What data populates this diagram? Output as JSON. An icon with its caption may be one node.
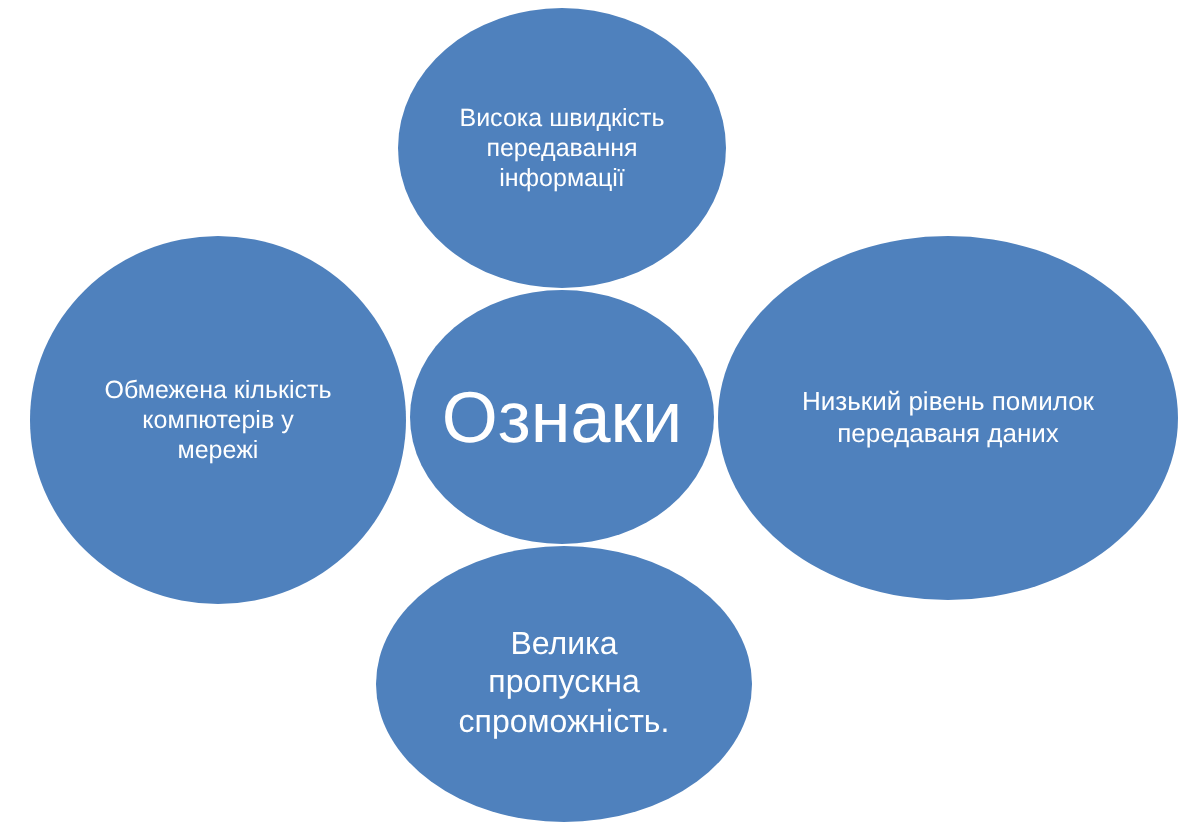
{
  "diagram": {
    "nodes": [
      {
        "text": [
          "Висока швидкість передавання інформації"
        ]
      },
      {
        "text": [
          "Обмежена кількість компютерів у мережі"
        ]
      },
      {
        "text": [
          "Ознаки"
        ]
      },
      {
        "text": [
          "Низький рівень помилок передаваня даних"
        ]
      },
      {
        "text": [
          "Велика пропускна спроможність."
        ]
      }
    ]
  }
}
